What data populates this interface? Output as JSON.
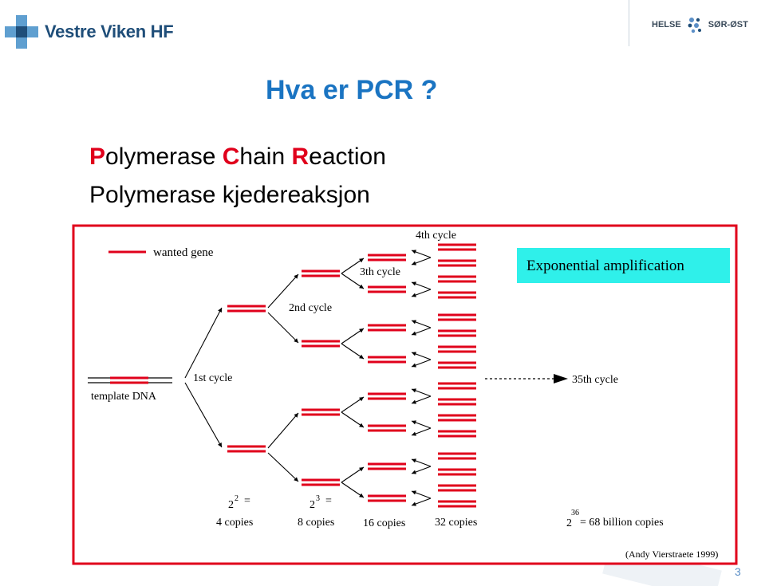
{
  "header": {
    "org_name": "Vestre Viken HF",
    "partner_left": "HELSE",
    "partner_right": "SØR-ØST"
  },
  "slide": {
    "title": "Hva er PCR ?",
    "line1": [
      {
        "text": "P",
        "hl": true
      },
      {
        "text": "olymerase ",
        "hl": false
      },
      {
        "text": "C",
        "hl": true
      },
      {
        "text": "hain ",
        "hl": false
      },
      {
        "text": "R",
        "hl": true
      },
      {
        "text": "eaction",
        "hl": false
      }
    ],
    "line2": "Polymerase kjedereaksjon",
    "page_number": "3"
  },
  "diagram": {
    "legend": "wanted gene",
    "template_label": "template DNA",
    "cycles": [
      "1st cycle",
      "2nd cycle",
      "3th cycle",
      "4th cycle"
    ],
    "final_cycle": "35th cycle",
    "banner": "Exponential amplification",
    "counts": [
      {
        "base": "2",
        "exp": "2",
        "eq": "=",
        "copies": "4 copies"
      },
      {
        "base": "2",
        "exp": "3",
        "eq": "=",
        "copies": "8 copies"
      },
      {
        "base": "",
        "exp": "",
        "eq": "",
        "copies": "16 copies"
      },
      {
        "base": "",
        "exp": "",
        "eq": "",
        "copies": "32 copies"
      }
    ],
    "final_count": {
      "base": "2",
      "exp": "36",
      "text": "= 68 billion copies"
    },
    "credit": "(Andy Vierstraete 1999)",
    "colors": {
      "gene": "#e0001b",
      "frame": "#e0001b",
      "banner": "#2ff0ea"
    }
  }
}
